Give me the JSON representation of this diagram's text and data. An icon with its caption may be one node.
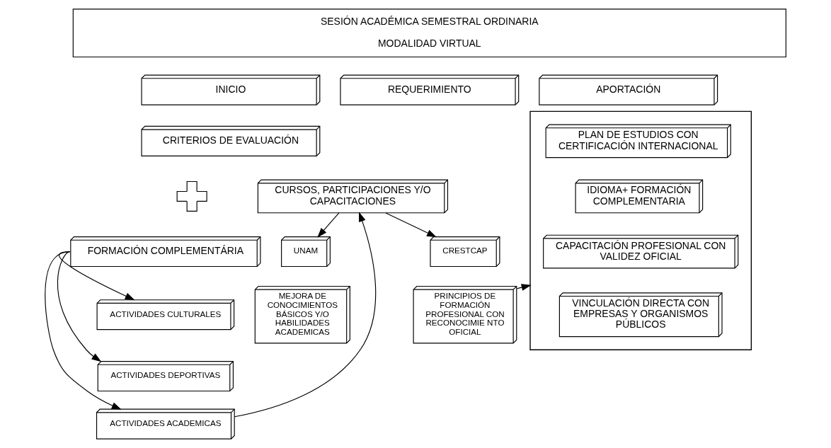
{
  "diagram": {
    "nodes": [
      {
        "text": [
          "SESIÓN ACADÉMICA SEMESTRAL ORDINARIA",
          "MODALIDAD VIRTUAL"
        ]
      },
      {
        "text": [
          "INICIO"
        ]
      },
      {
        "text": [
          "REQUERIMIENTO"
        ]
      },
      {
        "text": [
          "APORTACIÓN"
        ]
      },
      {
        "text": [
          "CRITERIOS DE EVALUACIÓN"
        ]
      },
      {
        "text": [],
        "shape": "plus"
      },
      {
        "text": [
          "FORMACIÓN COMPLEMENTÁRIA"
        ]
      },
      {
        "text": [
          "ACTIVIDADES CULTURALES"
        ]
      },
      {
        "text": [
          "ACTIVIDADES DEPORTIVAS"
        ]
      },
      {
        "text": [
          "ACTIVIDADES ACADEMICAS"
        ]
      },
      {
        "text": [
          "CURSOS, PARTICIPACIONES Y/O CAPACITACIONES"
        ]
      },
      {
        "text": [
          "UNAM"
        ]
      },
      {
        "text": [
          "CRESTCAP"
        ]
      },
      {
        "text": [
          "MEJORA DE CONOCIMIENTOS BÁSICOS Y/O HABILIDADES ACADEMICAS"
        ]
      },
      {
        "text": [
          "PRINCIPIOS DE FORMACIÓN PROFESIONAL CON RECONOCIMIE NTO OFICIAL"
        ]
      },
      {
        "text": [],
        "shape": "box"
      },
      {
        "text": [
          "PLAN DE ESTUDIOS CON CERTIFICACIÓN INTERNACIONAL"
        ],
        "in": 15
      },
      {
        "text": [
          "IDIOMA+ FORMACIÓN COMPLEMENTARIA"
        ],
        "in": 15
      },
      {
        "text": [
          "CAPACITACIÓN PROFESIONAL CON VALIDEZ OFICIAL"
        ],
        "in": 15
      },
      {
        "text": [
          "VINCULACIÓN DIRECTA CON EMPRESAS Y ORGANISMOS PÚBLICOS"
        ],
        "in": 15
      }
    ],
    "edges": [
      {
        "from": 6,
        "to": 7,
        "arrow": "to"
      },
      {
        "from": 6,
        "to": 8,
        "arrow": "to"
      },
      {
        "from": 6,
        "to": 9,
        "arrow": "to"
      },
      {
        "from": 9,
        "to": 10,
        "arrow": "to"
      },
      {
        "from": 10,
        "to": 11,
        "arrow": "to"
      },
      {
        "from": 10,
        "to": 12,
        "arrow": "to"
      },
      {
        "from": 14,
        "to": 15,
        "arrow": "to"
      }
    ]
  }
}
